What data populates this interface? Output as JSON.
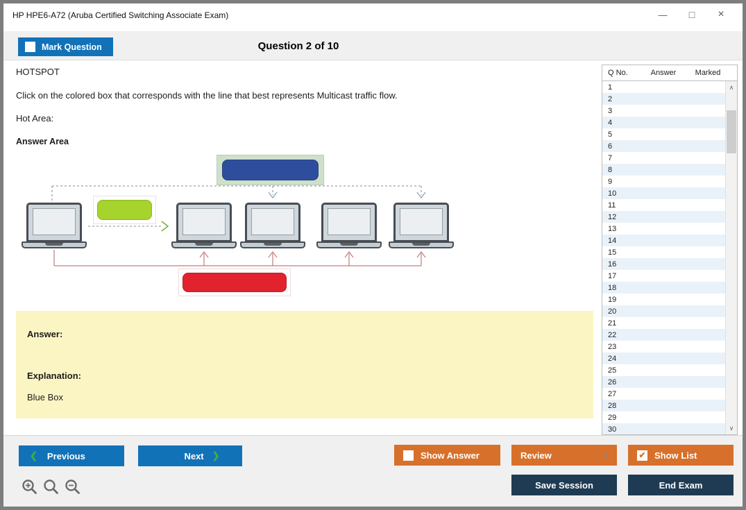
{
  "window": {
    "title": "HP HPE6-A72 (Aruba Certified Switching Associate Exam)",
    "controls": {
      "minimize": "—",
      "maximize": "□",
      "close": "×"
    }
  },
  "header": {
    "mark_question_label": "Mark Question",
    "question_counter": "Question 2 of 10"
  },
  "question": {
    "type_label": "HOTSPOT",
    "instruction": "Click on the colored box that corresponds with the line that best represents Multicast traffic flow.",
    "hot_area_label": "Hot Area:",
    "answer_area_label": "Answer Area"
  },
  "diagram": {
    "colors": {
      "blue_box": "#2e4e9d",
      "green_box": "#a6d32c",
      "red_box": "#e2222d",
      "selection_highlight": "#cfe0ca",
      "flow_line_blue": "#8fa5b5",
      "flow_line_green": "#9aa89a",
      "flow_arrow_green": "#6fae3e",
      "flow_line_red": "#c27c7c"
    }
  },
  "answer": {
    "answer_label": "Answer:",
    "explanation_label": "Explanation:",
    "explanation_text": "Blue Box"
  },
  "sidebar": {
    "columns": [
      "Q No.",
      "Answer",
      "Marked"
    ],
    "rows": [
      {
        "q": "1",
        "answer": "",
        "marked": ""
      },
      {
        "q": "2",
        "answer": "",
        "marked": ""
      },
      {
        "q": "3",
        "answer": "",
        "marked": ""
      },
      {
        "q": "4",
        "answer": "",
        "marked": ""
      },
      {
        "q": "5",
        "answer": "",
        "marked": ""
      },
      {
        "q": "6",
        "answer": "",
        "marked": ""
      },
      {
        "q": "7",
        "answer": "",
        "marked": ""
      },
      {
        "q": "8",
        "answer": "",
        "marked": ""
      },
      {
        "q": "9",
        "answer": "",
        "marked": ""
      },
      {
        "q": "10",
        "answer": "",
        "marked": ""
      },
      {
        "q": "11",
        "answer": "",
        "marked": ""
      },
      {
        "q": "12",
        "answer": "",
        "marked": ""
      },
      {
        "q": "13",
        "answer": "",
        "marked": ""
      },
      {
        "q": "14",
        "answer": "",
        "marked": ""
      },
      {
        "q": "15",
        "answer": "",
        "marked": ""
      },
      {
        "q": "16",
        "answer": "",
        "marked": ""
      },
      {
        "q": "17",
        "answer": "",
        "marked": ""
      },
      {
        "q": "18",
        "answer": "",
        "marked": ""
      },
      {
        "q": "19",
        "answer": "",
        "marked": ""
      },
      {
        "q": "20",
        "answer": "",
        "marked": ""
      },
      {
        "q": "21",
        "answer": "",
        "marked": ""
      },
      {
        "q": "22",
        "answer": "",
        "marked": ""
      },
      {
        "q": "23",
        "answer": "",
        "marked": ""
      },
      {
        "q": "24",
        "answer": "",
        "marked": ""
      },
      {
        "q": "25",
        "answer": "",
        "marked": ""
      },
      {
        "q": "26",
        "answer": "",
        "marked": ""
      },
      {
        "q": "27",
        "answer": "",
        "marked": ""
      },
      {
        "q": "28",
        "answer": "",
        "marked": ""
      },
      {
        "q": "29",
        "answer": "",
        "marked": ""
      },
      {
        "q": "30",
        "answer": "",
        "marked": ""
      }
    ]
  },
  "footer": {
    "previous_label": "Previous",
    "next_label": "Next",
    "prev_chevron": "❮",
    "next_chevron": "❯",
    "show_answer_label": "Show Answer",
    "review_label": "Review",
    "review_caret": "▲",
    "show_list_label": "Show List",
    "show_list_check": "✔",
    "save_session_label": "Save Session",
    "end_exam_label": "End Exam",
    "colors": {
      "accent_blue": "#1272b8",
      "accent_orange": "#d7702b",
      "accent_navy": "#1f3b53",
      "chevron_green": "#3dae49"
    }
  }
}
